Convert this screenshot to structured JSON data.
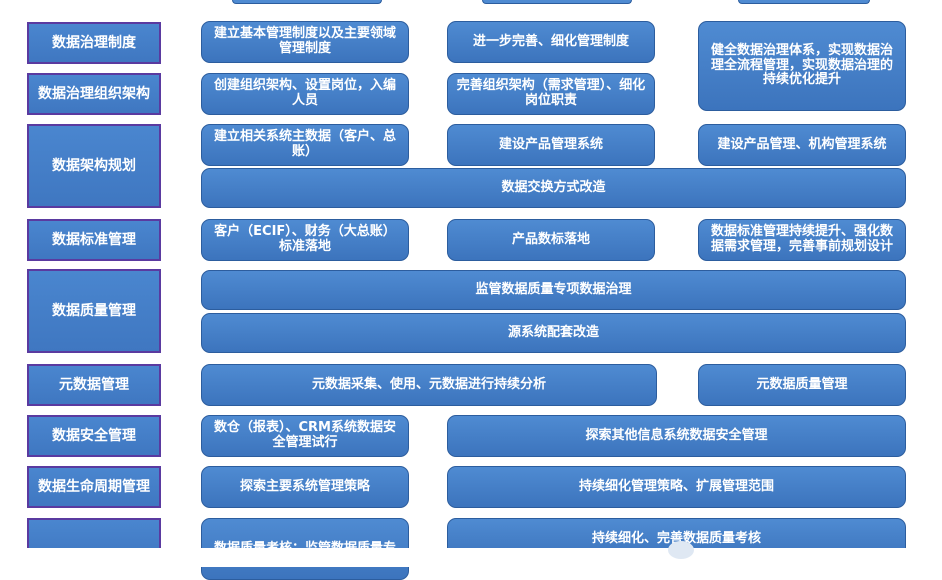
{
  "labels": {
    "governance_policy": "数据治理制度",
    "governance_org": "数据治理组织架构",
    "architecture": "数据架构规划",
    "standards": "数据标准管理",
    "quality": "数据质量管理",
    "metadata": "元数据管理",
    "security": "数据安全管理",
    "lifecycle": "数据生命周期管理",
    "assessment": ""
  },
  "cells": {
    "policy_1": "建立基本管理制度以及主要领域管理制度",
    "policy_2": "进一步完善、细化管理制度",
    "policy_3": "健全数据治理体系，实现数据治理全流程管理，实现数据治理的持续优化提升",
    "org_1": "创建组织架构、设置岗位，入编人员",
    "org_2": "完善组织架构（需求管理）、细化岗位职责",
    "arch_1": "建立相关系统主数据（客户、总账）",
    "arch_2": "建设产品管理系统",
    "arch_3": "建设产品管理、机构管理系统",
    "arch_span": "数据交换方式改造",
    "std_1": "客户（ECIF）、财务（大总账）标准落地",
    "std_2": "产品数标落地",
    "std_3": "数据标准管理持续提升、强化数据需求管理，完善事前规划设计",
    "quality_span_1": "监管数据质量专项数据治理",
    "quality_span_2": "源系统配套改造",
    "meta_1": "元数据采集、使用、元数据进行持续分析",
    "meta_2": "元数据质量管理",
    "sec_1": "数仓（报表）、CRM系统数据安全管理试行",
    "sec_2": "探索其他信息系统数据安全管理",
    "life_1": "探索主要系统管理策略",
    "life_2": "持续细化管理策略、扩展管理范围",
    "assess_1": "数据质量考核：监管数据质量专",
    "assess_2": "持续细化、完善数据质量考核"
  },
  "colors": {
    "cell_fill": "#4a86cf",
    "label_border": "#5a3aa0",
    "text": "#ffffff"
  }
}
